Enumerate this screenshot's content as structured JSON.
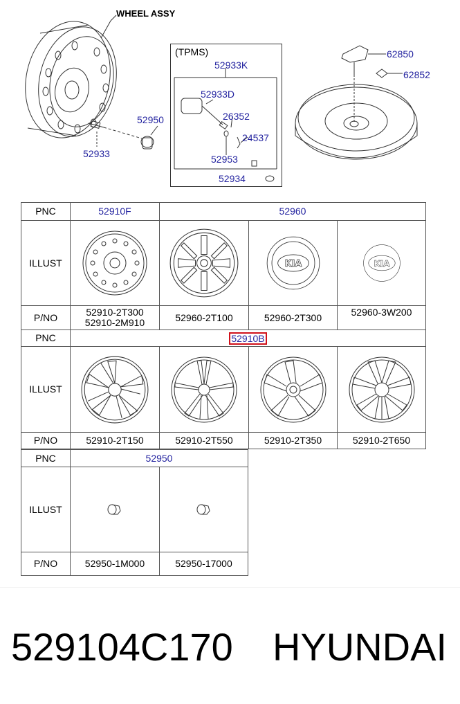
{
  "diagram": {
    "wheel_assy_label": "WHEEL ASSY",
    "tpms_title": "(TPMS)",
    "callouts": {
      "c52933K": "52933K",
      "c52933D": "52933D",
      "c26352": "26352",
      "c24537": "24537",
      "c52953": "52953",
      "c52934": "52934",
      "c52950": "52950",
      "c52933": "52933",
      "c62850": "62850",
      "c62852": "62852"
    }
  },
  "table": {
    "pnc_label": "PNC",
    "illust_label": "ILLUST",
    "pno_label": "P/NO",
    "section1": {
      "pnc_a": "52910F",
      "pnc_b": "52960",
      "pno": [
        "52910-2T300\n52910-2M910",
        "52960-2T100",
        "52960-2T300",
        "52960-3W200"
      ]
    },
    "section2": {
      "pnc": "52910B",
      "pno": [
        "52910-2T150",
        "52910-2T550",
        "52910-2T350",
        "52910-2T650"
      ]
    },
    "section3": {
      "pnc": "52950",
      "pno": [
        "52950-1M000",
        "52950-17000"
      ]
    },
    "logo_text": "KIA"
  },
  "footer": {
    "part_number": "529104C170",
    "brand": "HYUNDAI"
  }
}
